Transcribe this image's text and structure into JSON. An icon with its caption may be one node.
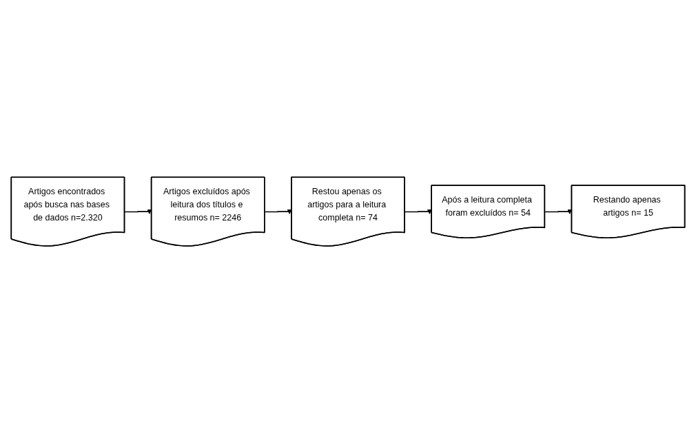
{
  "diagram": {
    "nodes": [
      {
        "text": [
          "Artigos encontrados após busca nas bases de dados n=2.320"
        ]
      },
      {
        "text": [
          "Artigos excluídos após leitura dos títulos e resumos n= 2246"
        ]
      },
      {
        "text": [
          "Restou apenas os artigos para a leitura completa n= 74"
        ]
      },
      {
        "text": [
          "Após a leitura completa foram excluídos n= 54"
        ]
      },
      {
        "text": [
          "Restando apenas artigos n= 15"
        ]
      }
    ],
    "edges": [
      {
        "from": 0,
        "to": 1,
        "arrow": "to"
      },
      {
        "from": 1,
        "to": 2,
        "arrow": "to"
      },
      {
        "from": 2,
        "to": 3,
        "arrow": "to"
      },
      {
        "from": 3,
        "to": 4,
        "arrow": "to"
      }
    ]
  }
}
